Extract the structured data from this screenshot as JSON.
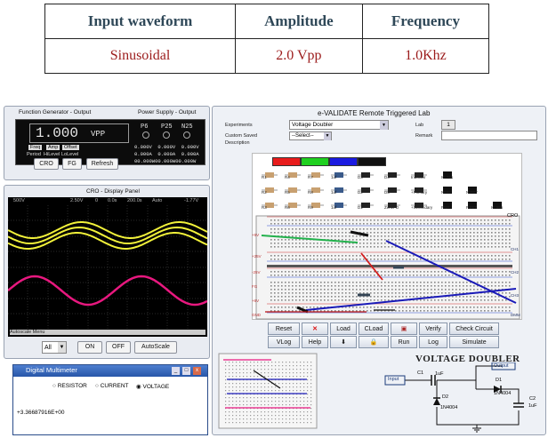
{
  "table": {
    "headers": [
      "Input waveform",
      "Amplitude",
      "Frequency"
    ],
    "values": [
      "Sinusoidal",
      "2.0 Vpp",
      "1.0Khz"
    ]
  },
  "fg_panel": {
    "title_left": "Function Generator - Output",
    "title_right": "Power Supply - Output",
    "display_value": "1.000",
    "display_unit": "VPP",
    "mode_labels": [
      "Freq",
      "Amp",
      "Offset",
      "Period",
      "HiLevel",
      "LoLevel"
    ],
    "buttons": [
      "CRO",
      "FG",
      "Refresh"
    ],
    "supply_labels": [
      "P6",
      "P25",
      "N25"
    ],
    "readouts": [
      "0.000V  0.000V  0.000V",
      "0.000A  0.000A  0.000A",
      "00.000W00.000W00.000W"
    ]
  },
  "cro": {
    "title": "CRO - Display Panel",
    "status": [
      "500V",
      "2.50V",
      "0",
      "0.0s",
      "200.0s",
      "Auto",
      "-1.77V"
    ],
    "footer": "Autoscale Menu",
    "select_value": "All",
    "buttons": [
      "ON",
      "OFF",
      "AutoScale"
    ]
  },
  "dmm": {
    "title": "Digital Multimeter",
    "modes": [
      "RESISTOR",
      "CURRENT",
      "VOLTAGE"
    ],
    "selected": "VOLTAGE",
    "reading": "+3.36687916E+00"
  },
  "lab": {
    "title": "e-VALIDATE Remote Triggered Lab",
    "experiments_label": "Experiments",
    "experiment_value": "Voltage Doubler",
    "lab_label": "Lab",
    "lab_value": "1",
    "custom_label": "Custom Saved Description",
    "custom_value": "--Select--",
    "remark_label": "Remark",
    "components_row1": [
      "R1",
      "R4",
      "R7",
      "1uf",
      "D3",
      "D4",
      "Inductor",
      "IC 741"
    ],
    "components_row2": [
      "R2",
      "R5",
      "R8",
      "1uf",
      "D2",
      "D5",
      "+Primary",
      "N555",
      "N.FET"
    ],
    "components_row3": [
      "R3",
      "R6",
      "R9",
      "1uf",
      "D1",
      "Zener D",
      "+Secondary",
      "PNP",
      "P.FET",
      "IC 555"
    ],
    "cro_label": "CRO",
    "left_labels": [
      "+5V",
      "+25V",
      "-25V",
      "FG",
      "+6V",
      "GND"
    ],
    "ch_labels": [
      "CH1",
      "CH2",
      "CH3",
      "DMM"
    ],
    "toolbar_row1": [
      "Reset",
      "Load",
      "CLoad",
      "Verify",
      "Check Circuit"
    ],
    "toolbar_row2": [
      "VLog",
      "Help",
      "Run",
      "Log",
      "Simulate"
    ],
    "schematic_title": "VOLTAGE DOUBLER",
    "schematic_labels": {
      "input": "Input",
      "output": "Output",
      "c1": "C1",
      "c1v": "1uF",
      "d1": "D1",
      "d1v": "1N4004",
      "d2": "D2",
      "d2v": "1N4004",
      "c2": "C2",
      "c2v": "1uF"
    }
  },
  "colors": {
    "trace1": "#f2f23a",
    "trace2": "#e8187f",
    "wire_green": "#22b14c",
    "wire_blue": "#1a1ab8",
    "wire_red": "#d41b1b"
  }
}
